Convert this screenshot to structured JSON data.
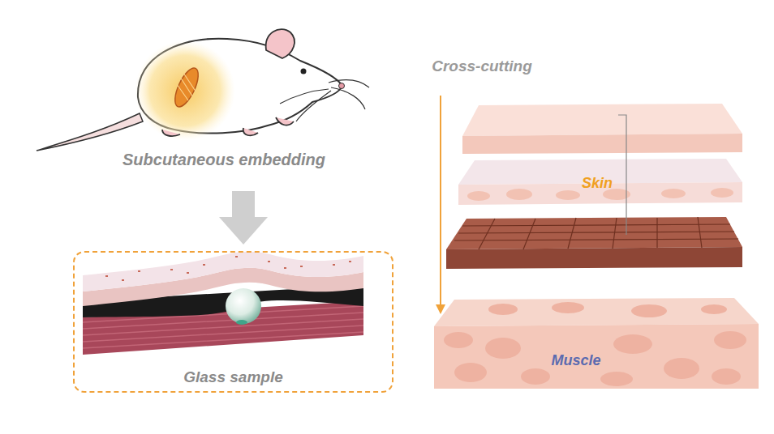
{
  "diagram": {
    "nodes": [
      {
        "text": [
          "Glass sample"
        ]
      }
    ],
    "labels": [
      "Subcutaneous embedding",
      "Cross-cutting",
      "Skin",
      "Muscle"
    ]
  }
}
